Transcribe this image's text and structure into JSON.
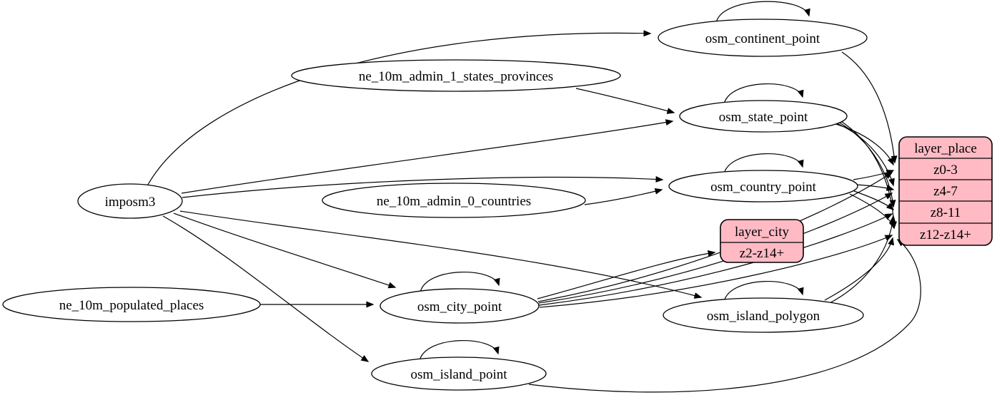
{
  "diagram": {
    "kind": "etl-dependency-graph",
    "colors": {
      "background": "#ffffff",
      "node_fill": "#ffffff",
      "record_fill": "#ffbac4",
      "stroke": "#000000"
    },
    "nodes": {
      "imposm3": {
        "label": "imposm3"
      },
      "ne_10m_admin_1_states_provinces": {
        "label": "ne_10m_admin_1_states_provinces"
      },
      "ne_10m_admin_0_countries": {
        "label": "ne_10m_admin_0_countries"
      },
      "ne_10m_populated_places": {
        "label": "ne_10m_populated_places"
      },
      "osm_continent_point": {
        "label": "osm_continent_point"
      },
      "osm_state_point": {
        "label": "osm_state_point"
      },
      "osm_country_point": {
        "label": "osm_country_point"
      },
      "osm_city_point": {
        "label": "osm_city_point"
      },
      "osm_island_polygon": {
        "label": "osm_island_polygon"
      },
      "osm_island_point": {
        "label": "osm_island_point"
      },
      "layer_city": {
        "title": "layer_city",
        "rows": [
          "z2-z14+"
        ]
      },
      "layer_place": {
        "title": "layer_place",
        "rows": [
          "z0-3",
          "z4-7",
          "z8-11",
          "z12-z14+"
        ]
      }
    },
    "edges": [
      {
        "from": "imposm3",
        "to": "osm_continent_point"
      },
      {
        "from": "imposm3",
        "to": "osm_state_point"
      },
      {
        "from": "imposm3",
        "to": "osm_country_point"
      },
      {
        "from": "imposm3",
        "to": "osm_city_point"
      },
      {
        "from": "imposm3",
        "to": "osm_island_polygon"
      },
      {
        "from": "imposm3",
        "to": "osm_island_point"
      },
      {
        "from": "ne_10m_admin_1_states_provinces",
        "to": "osm_state_point"
      },
      {
        "from": "ne_10m_admin_0_countries",
        "to": "osm_country_point"
      },
      {
        "from": "ne_10m_populated_places",
        "to": "osm_city_point"
      },
      {
        "from": "osm_continent_point",
        "to": "osm_continent_point"
      },
      {
        "from": "osm_state_point",
        "to": "osm_state_point"
      },
      {
        "from": "osm_country_point",
        "to": "osm_country_point"
      },
      {
        "from": "osm_city_point",
        "to": "osm_city_point"
      },
      {
        "from": "osm_island_polygon",
        "to": "osm_island_polygon"
      },
      {
        "from": "osm_island_point",
        "to": "osm_island_point"
      },
      {
        "from": "osm_continent_point",
        "to": "layer_place:z0-3"
      },
      {
        "from": "osm_state_point",
        "to": "layer_place:z0-3"
      },
      {
        "from": "osm_state_point",
        "to": "layer_place:z4-7"
      },
      {
        "from": "osm_state_point",
        "to": "layer_place:z8-11"
      },
      {
        "from": "osm_state_point",
        "to": "layer_place:z12-z14+"
      },
      {
        "from": "osm_country_point",
        "to": "layer_place:z0-3"
      },
      {
        "from": "osm_country_point",
        "to": "layer_place:z4-7"
      },
      {
        "from": "osm_country_point",
        "to": "layer_place:z8-11"
      },
      {
        "from": "osm_country_point",
        "to": "layer_place:z12-z14+"
      },
      {
        "from": "osm_city_point",
        "to": "layer_city:z2-z14+"
      },
      {
        "from": "osm_city_point",
        "to": "layer_place:z0-3"
      },
      {
        "from": "osm_city_point",
        "to": "layer_place:z4-7"
      },
      {
        "from": "osm_city_point",
        "to": "layer_place:z8-11"
      },
      {
        "from": "osm_city_point",
        "to": "layer_place:z12-z14+"
      },
      {
        "from": "osm_island_polygon",
        "to": "layer_place:z8-11"
      },
      {
        "from": "osm_island_polygon",
        "to": "layer_place:z12-z14+"
      },
      {
        "from": "osm_island_point",
        "to": "layer_place:z12-z14+"
      }
    ]
  }
}
